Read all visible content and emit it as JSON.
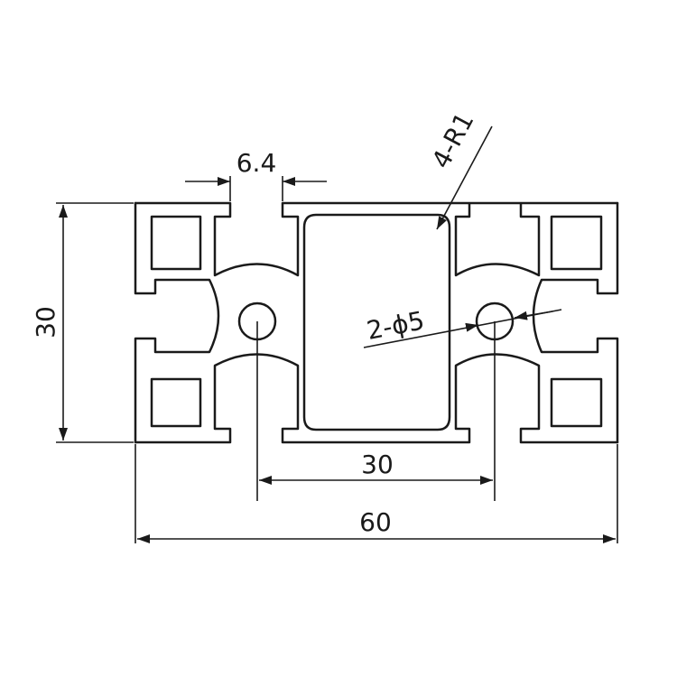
{
  "drawing": {
    "dimensions": {
      "slot_width": "6.4",
      "height": "30",
      "corner_radius": "4-R1",
      "holes": "2-ϕ5",
      "center_spacing": "30",
      "overall_width": "60"
    },
    "colors": {
      "line": "#1a1a1a",
      "background": "#ffffff"
    }
  }
}
